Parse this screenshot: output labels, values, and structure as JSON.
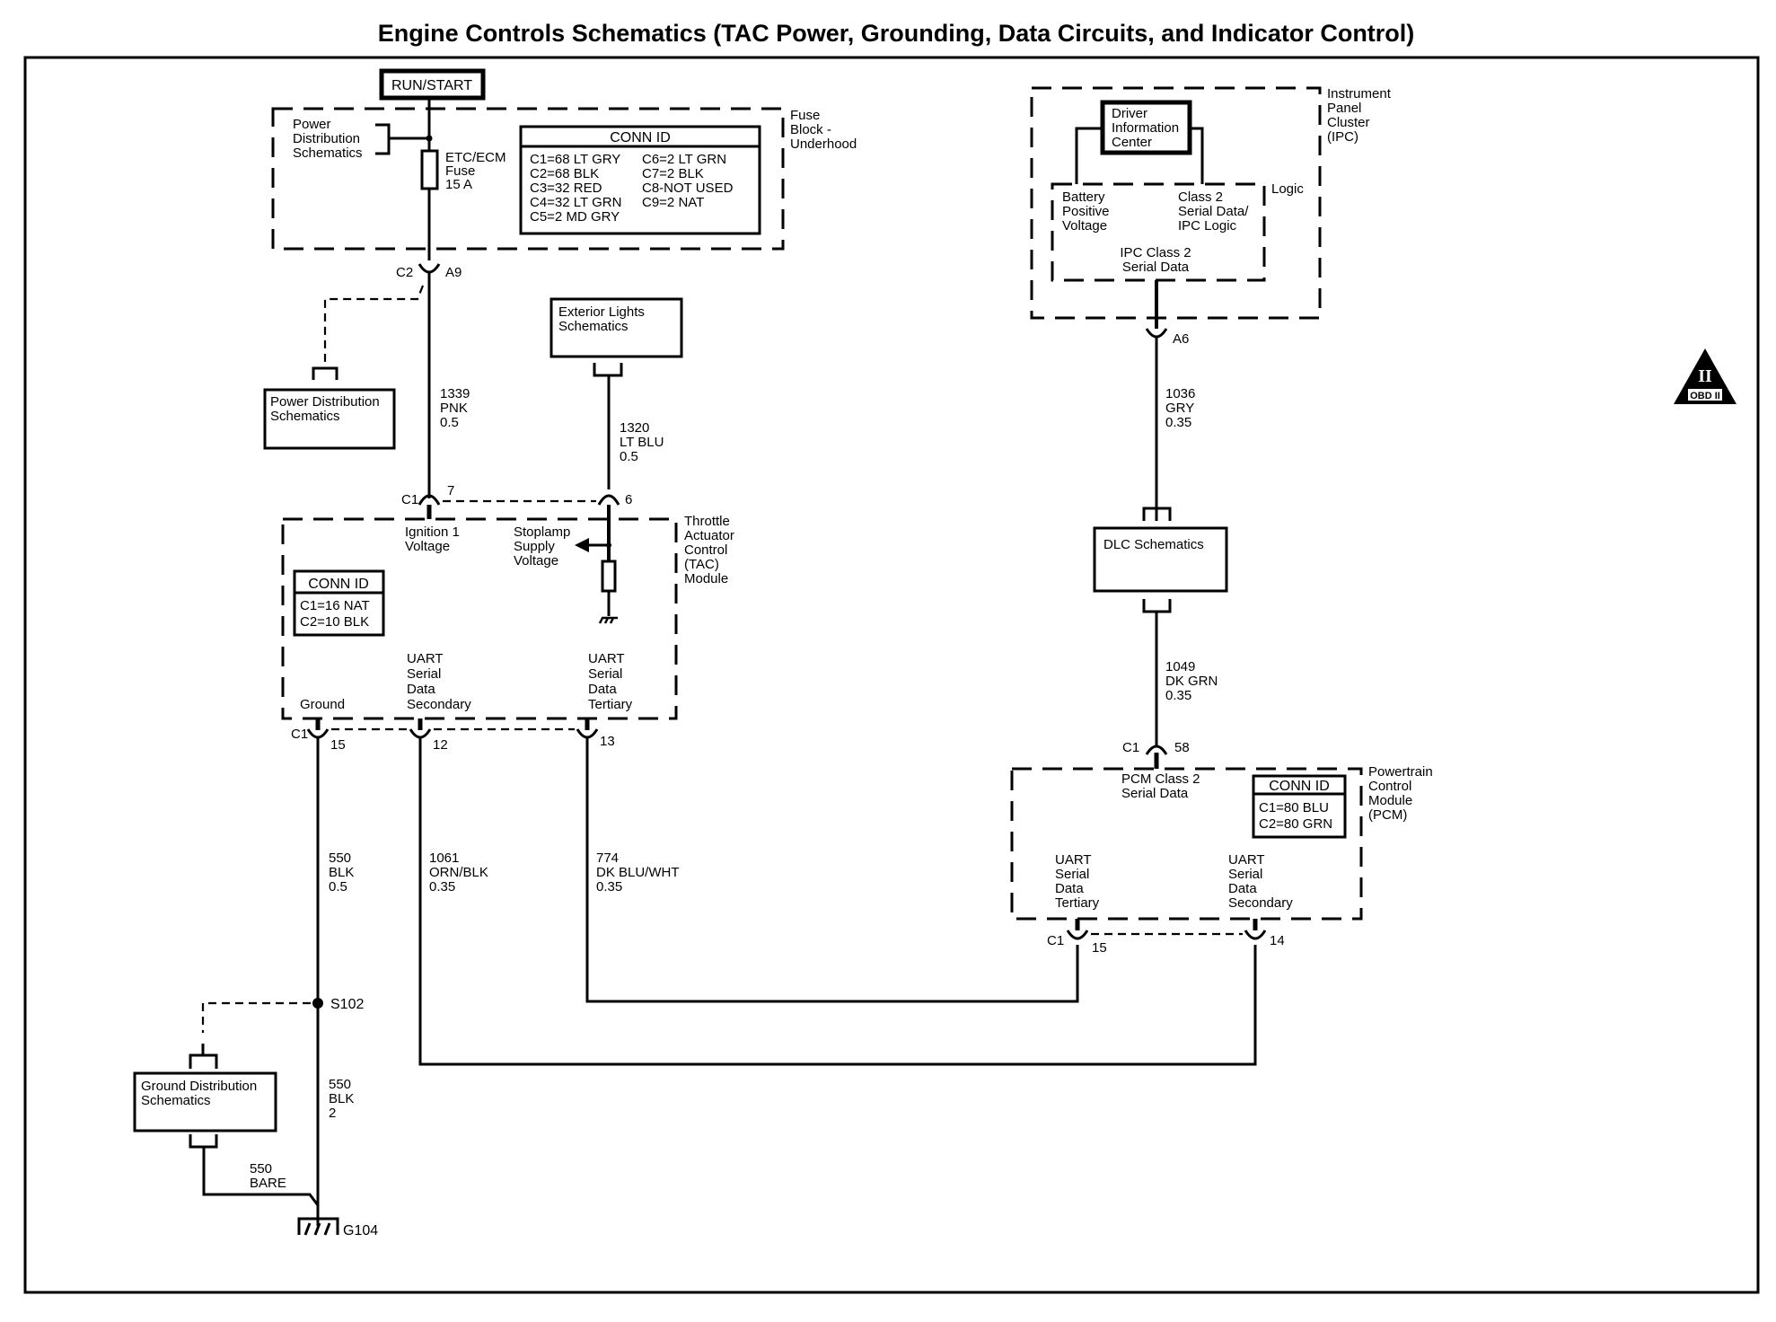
{
  "title": "Engine Controls Schematics (TAC Power, Grounding, Data Circuits, and Indicator Control)",
  "colors": {
    "ink": "#000000",
    "background": "#ffffff"
  },
  "power_source": {
    "label": "RUN/START"
  },
  "fuse_block": {
    "name_lines": [
      "Fuse",
      "Block -",
      "Underhood"
    ],
    "power_dist_ref": [
      "Power",
      "Distribution",
      "Schematics"
    ],
    "fuse_lines": [
      "ETC/ECM",
      "Fuse",
      "15 A"
    ],
    "conn_id": {
      "header": "CONN ID",
      "col1": [
        "C1=68 LT GRY",
        "C2=68 BLK",
        "C3=32 RED",
        "C4=32 LT GRN",
        "C5=2 MD GRY"
      ],
      "col2": [
        "C6=2 LT GRN",
        "C7=2 BLK",
        "C8-NOT USED",
        "C9=2 NAT"
      ]
    },
    "connector": {
      "conn": "C2",
      "pin": "A9"
    }
  },
  "power_dist_box": [
    "Power Distribution",
    "Schematics"
  ],
  "exterior_lights_box": [
    "Exterior Lights",
    "Schematics"
  ],
  "wires": {
    "w1339": [
      "1339",
      "PNK",
      "0.5"
    ],
    "w1320": [
      "1320",
      "LT BLU",
      "0.5"
    ],
    "w550a": [
      "550",
      "BLK",
      "0.5"
    ],
    "w1061": [
      "1061",
      "ORN/BLK",
      "0.35"
    ],
    "w774": [
      "774",
      "DK BLU/WHT",
      "0.35"
    ],
    "w550b": [
      "550",
      "BLK",
      "2"
    ],
    "w550bare": [
      "550",
      "BARE"
    ],
    "w1036": [
      "1036",
      "GRY",
      "0.35"
    ],
    "w1049": [
      "1049",
      "DK GRN",
      "0.35"
    ]
  },
  "tac_module": {
    "name_lines": [
      "Throttle",
      "Actuator",
      "Control",
      "(TAC)",
      "Module"
    ],
    "top_connector": {
      "conn": "C1",
      "pin_a": "7",
      "pin_b": "6"
    },
    "ignition": [
      "Ignition 1",
      "Voltage"
    ],
    "stoplamp": [
      "Stoplamp",
      "Supply",
      "Voltage"
    ],
    "conn_id": {
      "header": "CONN ID",
      "rows": [
        "C1=16 NAT",
        "C2=10 BLK"
      ]
    },
    "ground": "Ground",
    "uart_secondary": [
      "UART",
      "Serial",
      "Data",
      "Secondary"
    ],
    "uart_tertiary": [
      "UART",
      "Serial",
      "Data",
      "Tertiary"
    ],
    "bottom_connector": {
      "conn": "C1",
      "pins": [
        "15",
        "12",
        "13"
      ]
    }
  },
  "splice": "S102",
  "ground_dist_box": [
    "Ground Distribution",
    "Schematics"
  ],
  "ground_point": "G104",
  "ipc": {
    "name_lines": [
      "Instrument",
      "Panel",
      "Cluster",
      "(IPC)"
    ],
    "dic": [
      "Driver",
      "Information",
      "Center"
    ],
    "logic_label": "Logic",
    "battery": [
      "Battery",
      "Positive",
      "Voltage"
    ],
    "class2": [
      "Class 2",
      "Serial Data/",
      "IPC Logic"
    ],
    "ipc_serial": [
      "IPC Class 2",
      "Serial Data"
    ],
    "connector_pin": "A6"
  },
  "dlc_box": "DLC Schematics",
  "pcm": {
    "name_lines": [
      "Powertrain",
      "Control",
      "Module",
      "(PCM)"
    ],
    "top_connector": {
      "conn": "C1",
      "pin": "58"
    },
    "class2": [
      "PCM Class 2",
      "Serial Data"
    ],
    "conn_id": {
      "header": "CONN ID",
      "rows": [
        "C1=80 BLU",
        "C2=80 GRN"
      ]
    },
    "uart_tertiary": [
      "UART",
      "Serial",
      "Data",
      "Tertiary"
    ],
    "uart_secondary": [
      "UART",
      "Serial",
      "Data",
      "Secondary"
    ],
    "bottom_connector": {
      "conn": "C1",
      "pins": [
        "15",
        "14"
      ]
    }
  },
  "obd_badge": {
    "numeral": "II",
    "label": "OBD II"
  }
}
